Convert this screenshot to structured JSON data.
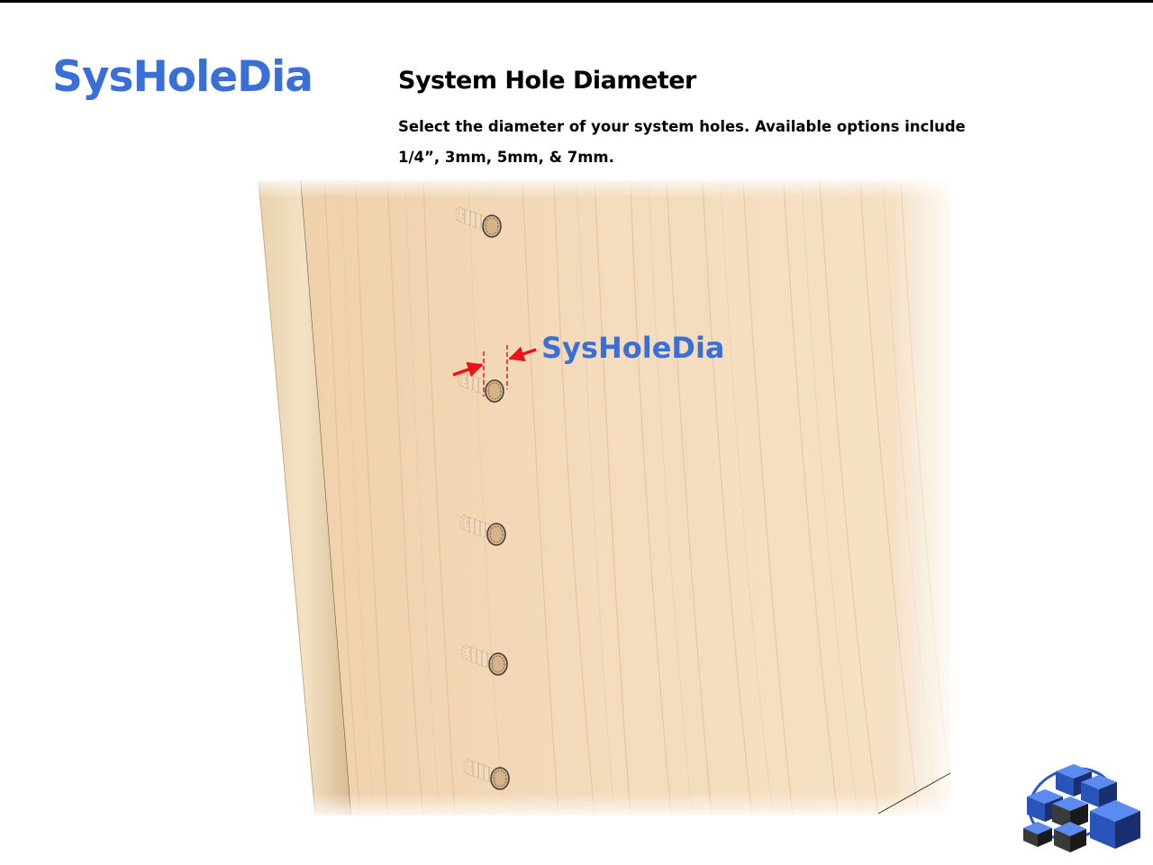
{
  "slide": {
    "parameter_name": "SysHoleDia",
    "title": "System Hole Diameter",
    "description_lines": [
      "Select the diameter of your system holes. Available options include",
      "1/4”, 3mm, 5mm, & 7mm."
    ]
  },
  "diagram": {
    "dimension_label": "SysHoleDia",
    "hole_count": 5,
    "colors": {
      "accent_blue": "#3a6fd8",
      "dimension_red": "#e8141b",
      "wood_light": "#f3d9b8",
      "wood_dark": "#e2bb8e"
    }
  },
  "logo": {
    "icon": "cube-grid-logo-icon"
  }
}
